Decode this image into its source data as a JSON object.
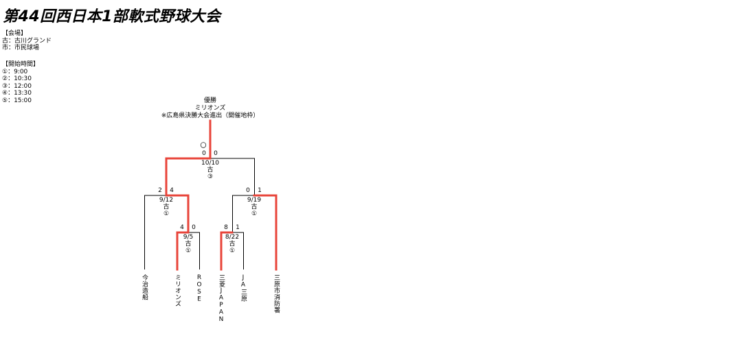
{
  "title": "第44回西日本1部軟式野球大会",
  "venues": {
    "heading": "【会場】",
    "items": [
      "古：古川グランド",
      "市：市民球場"
    ]
  },
  "times": {
    "heading": "【開始時間】",
    "items": [
      "①：9:00",
      "②：10:30",
      "③：12:00",
      "④：13:30",
      "⑤：15:00"
    ]
  },
  "champion": {
    "label": "優勝",
    "team": "ミリオンズ",
    "note": "※広島県決勝大会進出（開催地枠）"
  },
  "teams": [
    "今治造船",
    "ミリオンズ",
    "ROSE",
    "三菱JAPAN",
    "JA三原",
    "三原市消防署"
  ],
  "matches": [
    {
      "id": "r1a",
      "date": "9/5",
      "venue": "古",
      "slot": "①",
      "score_left": "4",
      "score_right": "0"
    },
    {
      "id": "r1b",
      "date": "8/22",
      "venue": "古",
      "slot": "①",
      "score_left": "8",
      "score_right": "1"
    },
    {
      "id": "sfa",
      "date": "9/12",
      "venue": "古",
      "slot": "①",
      "score_left": "2",
      "score_right": "4"
    },
    {
      "id": "sfb",
      "date": "9/19",
      "venue": "古",
      "slot": "①",
      "score_left": "0",
      "score_right": "1"
    },
    {
      "id": "final",
      "date": "10/10",
      "venue": "古",
      "slot": "③",
      "score_left": "0",
      "score_right": "0",
      "note": "〇"
    }
  ],
  "colors": {
    "winner_line": "#e8443a",
    "line": "#000000"
  }
}
